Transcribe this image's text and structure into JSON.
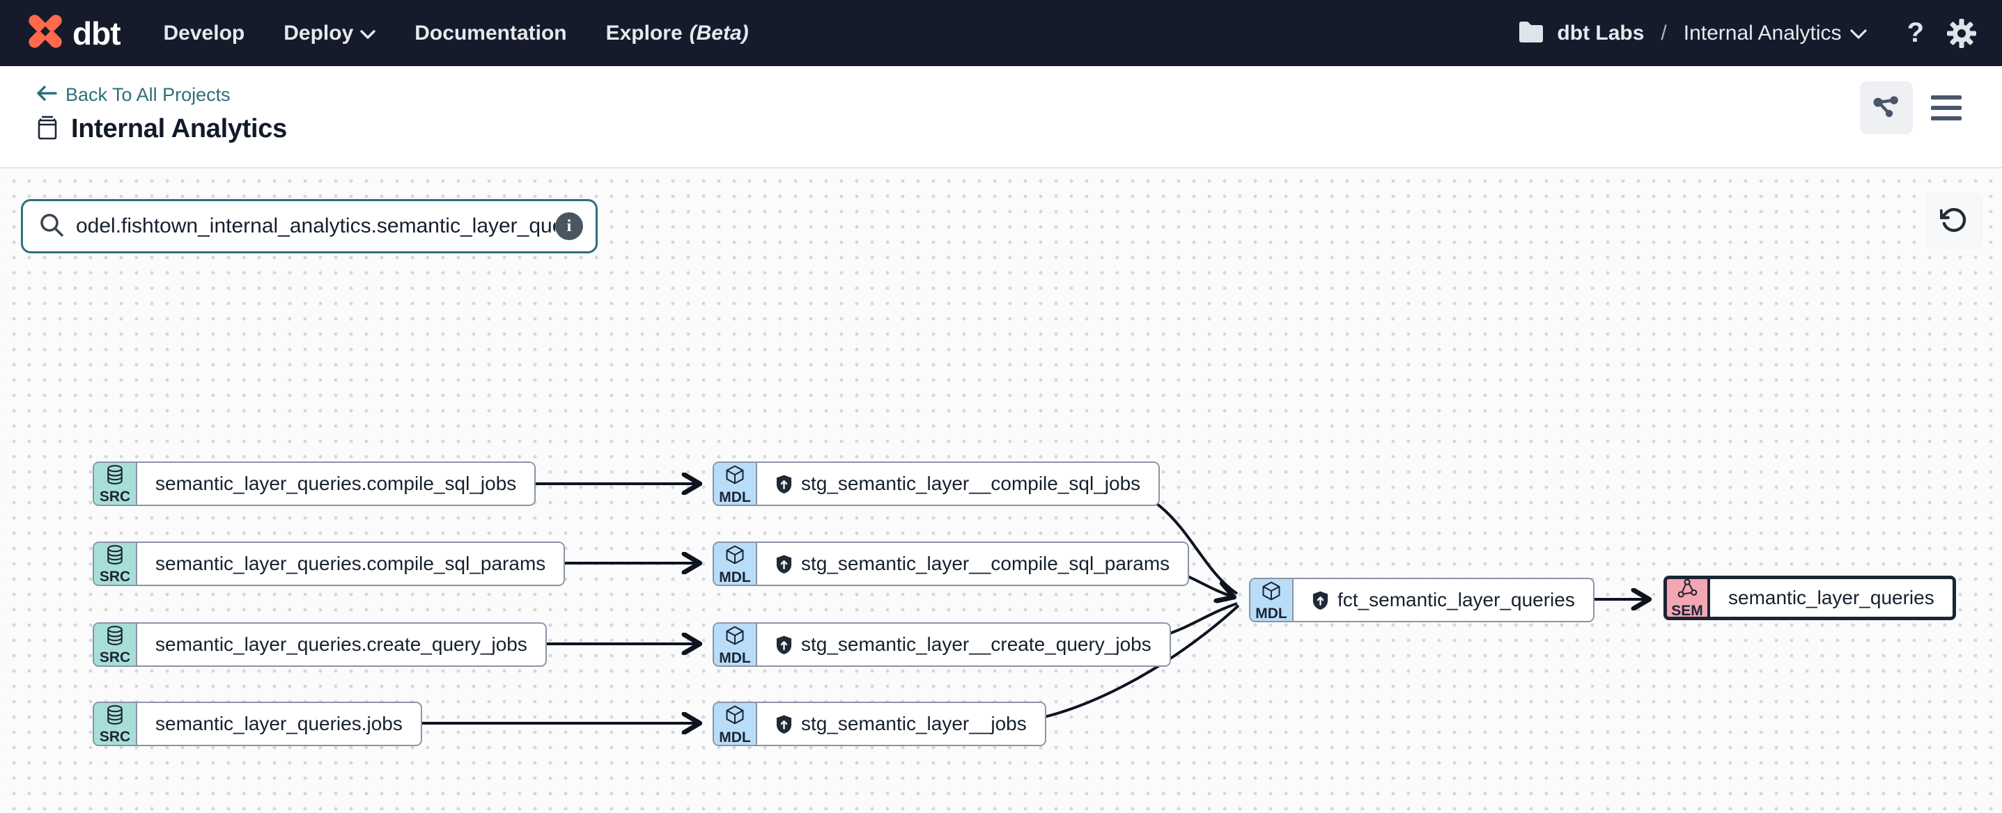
{
  "navbar": {
    "logo_text": "dbt",
    "items": [
      {
        "label": "Develop"
      },
      {
        "label": "Deploy"
      },
      {
        "label": "Documentation"
      },
      {
        "label": "Explore",
        "badge": "(Beta)"
      }
    ],
    "account": {
      "org": "dbt Labs",
      "separator": "/",
      "project": "Internal Analytics"
    },
    "help_label": "?"
  },
  "header": {
    "back_link": "Back To All Projects",
    "title": "Internal Analytics"
  },
  "canvas": {
    "search": {
      "value": "odel.fishtown_internal_analytics.semantic_layer_queries",
      "info_label": "i"
    }
  },
  "graph": {
    "nodes": [
      {
        "type": "SRC",
        "label": "semantic_layer_queries.compile_sql_jobs"
      },
      {
        "type": "SRC",
        "label": "semantic_layer_queries.compile_sql_params"
      },
      {
        "type": "SRC",
        "label": "semantic_layer_queries.create_query_jobs"
      },
      {
        "type": "SRC",
        "label": "semantic_layer_queries.jobs"
      },
      {
        "type": "MDL",
        "label": "stg_semantic_layer__compile_sql_jobs"
      },
      {
        "type": "MDL",
        "label": "stg_semantic_layer__compile_sql_params"
      },
      {
        "type": "MDL",
        "label": "stg_semantic_layer__create_query_jobs"
      },
      {
        "type": "MDL",
        "label": "stg_semantic_layer__jobs"
      },
      {
        "type": "MDL",
        "label": "fct_semantic_layer_queries"
      },
      {
        "type": "SEM",
        "label": "semantic_layer_queries"
      }
    ]
  },
  "colors": {
    "navbar_bg": "#151b2a",
    "logo_orange": "#ff6a4c",
    "link_teal": "#2e6f7d",
    "search_border": "#2e6f7d",
    "src_badge": "#a8ded9",
    "mdl_badge": "#b9ddf8",
    "sem_badge": "#f4a6b3",
    "node_border": "#8a94a6",
    "selected_border": "#1b2534",
    "edge": "#0d141f"
  }
}
